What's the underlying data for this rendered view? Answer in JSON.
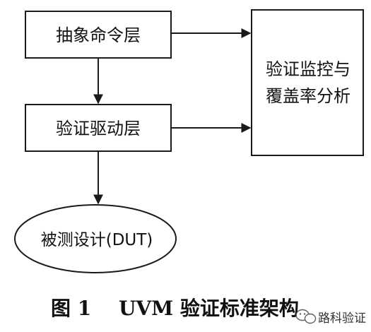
{
  "diagram": {
    "nodes": {
      "abstract_command_layer": "抽象命令层",
      "verification_driver_layer": "验证驱动层",
      "dut": "被测设计(DUT)",
      "monitor_coverage_line1": "验证监控与",
      "monitor_coverage_line2": "覆盖率分析"
    },
    "edges": [
      {
        "from": "abstract_command_layer",
        "to": "verification_driver_layer"
      },
      {
        "from": "verification_driver_layer",
        "to": "dut"
      },
      {
        "from": "abstract_command_layer",
        "to": "monitor_coverage"
      },
      {
        "from": "verification_driver_layer",
        "to": "monitor_coverage"
      }
    ]
  },
  "caption": {
    "label": "图 1",
    "title": "UVM 验证标准架构"
  },
  "watermark": {
    "icon": "wechat-icon",
    "text": "路科验证"
  },
  "colors": {
    "line": "#1a1a1a",
    "text": "#111111",
    "background": "#ffffff"
  }
}
